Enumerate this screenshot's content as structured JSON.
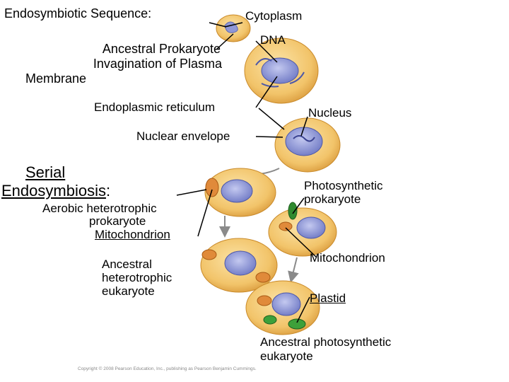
{
  "title": "Endosymbiotic Sequence",
  "title_colon": ":",
  "labels": {
    "cytoplasm": "Cytoplasm",
    "dna": "DNA",
    "ancestral_prokaryote": "Ancestral Prokaryote",
    "invagination_1": "Invagination of Plasma",
    "invagination_2": "Membrane",
    "endoplasmic_reticulum": "Endoplasmic reticulum",
    "nucleus": "Nucleus",
    "nuclear_envelope": "Nuclear envelope",
    "serial_1": "Serial",
    "serial_2": "Endosymbiosis",
    "serial_colon": ":",
    "aerobic_1": "Aerobic heterotrophic",
    "aerobic_2": "prokaryote",
    "mitochondrion_left": "Mitochondrion",
    "anc_het_1": "Ancestral",
    "anc_het_2": "heterotrophic",
    "anc_het_3": "eukaryote",
    "photo_1": "Photosynthetic",
    "photo_2": "prokaryote",
    "mitochondrion_right": "Mitochondrion",
    "plastid": "Plastid",
    "anc_photo_1": "Ancestral photosynthetic",
    "anc_photo_2": "eukaryote"
  },
  "copyright": "Copyright © 2008 Pearson Education, Inc., publishing as Pearson Benjamin Cummings.",
  "colors": {
    "cell_fill": "#f2c46a",
    "cell_edge": "#c98a2a",
    "nucleus": "#8f97d6",
    "mitochondrion": "#e08a3a",
    "plastid": "#3da03a",
    "prokaryote_green": "#2f8a2f"
  }
}
